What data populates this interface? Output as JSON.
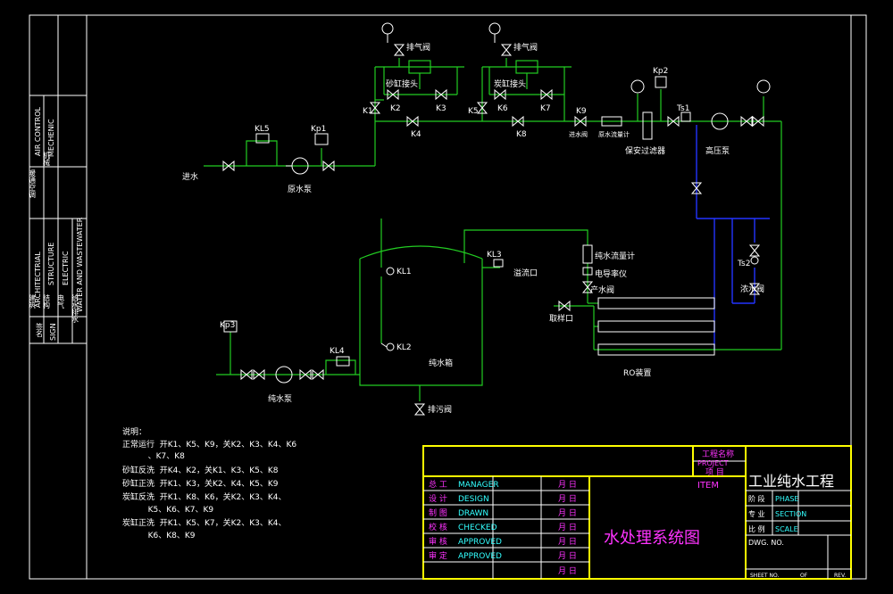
{
  "colors": {
    "bg": "#000000",
    "frame": "#ffffff",
    "pipe_green": "#22cc22",
    "pipe_blue": "#2233ff",
    "title_block": "#ffff00",
    "label_magenta": "#ff33ff",
    "label_cyan": "#33ffff",
    "text": "#ffffff"
  },
  "side_strip": {
    "air_control": "AIR CONTROL",
    "mechanic": "MECHENIC",
    "air_cn": "暖通空调",
    "mech_cn": "机械",
    "architectural": "ARCHITECTRIAL",
    "structure": "STRUCTURE",
    "electric": "ELECTRIC",
    "water": "WATER AND WASTEWATER",
    "arch_cn": "建筑",
    "struct_cn": "结构",
    "elec_cn": "电气",
    "water_cn": "给水排水",
    "sign_cn": "签名",
    "sign": "SIGN"
  },
  "diagram": {
    "inlet": "进水",
    "raw_pump": "原水泵",
    "kl5": "KL5",
    "kp1": "Kp1",
    "vent1": "排气阀",
    "vent2": "排气阀",
    "sand_head": "砂缸接头",
    "carbon_head": "炭缸接头",
    "k1": "K1",
    "k2": "K2",
    "k3": "K3",
    "k4": "K4",
    "k5": "K5",
    "k6": "K6",
    "k7": "K7",
    "k8": "K8",
    "k9": "K9",
    "inlet_valve": "进水阀",
    "raw_meter": "原水流量计",
    "security_filter": "保安过滤器",
    "kp2": "Kp2",
    "ts1": "Ts1",
    "hp_pump": "高压泵",
    "pure_meter": "纯水流量计",
    "conductivity": "电导率仪",
    "product_valve": "产水阀",
    "sample_port": "取样口",
    "ts2": "Ts2",
    "concentrate_valve": "浓水阀",
    "ro": "RO装置",
    "kl3": "KL3",
    "overflow": "溢流口",
    "kl1": "KL1",
    "kl2": "KL2",
    "tank": "纯水箱",
    "kl4": "KL4",
    "kp3": "Kp3",
    "pure_pump": "纯水泵",
    "drain": "排污阀"
  },
  "notes": {
    "title": "说明：",
    "lines": [
      "正常运行  开K1、K5、K9，关K2、K3、K4、K6",
      "          、K7、K8",
      "砂缸反洗  开K4、K2，关K1、K3、K5、K8",
      "砂缸正洗  开K1、K3，关K2、K4、K5、K9",
      "炭缸反洗  开K1、K8、K6，关K2、K3、K4、",
      "          K5、K6、K7、K9",
      "炭缸正洗  开K1、K5、K7，关K2、K3、K4、",
      "          K6、K8、K9"
    ]
  },
  "title_block": {
    "project_name_cn": "工程名称",
    "project": "PROJECT",
    "item_cn": "项  目",
    "item": "ITEM",
    "project_title": "工业纯水工程",
    "drawing_title": "水处理系统图",
    "roles": [
      {
        "cn": "总  工",
        "en": "MANAGER"
      },
      {
        "cn": "设  计",
        "en": "DESIGN"
      },
      {
        "cn": "制  图",
        "en": "DRAWN"
      },
      {
        "cn": "校  核",
        "en": "CHECKED"
      },
      {
        "cn": "审  核",
        "en": "APPROVED"
      },
      {
        "cn": "审  定",
        "en": "APPROVED"
      }
    ],
    "date_cn": "月  日",
    "phase_cn": "阶 段",
    "phase": "PHASE",
    "section_cn": "专 业",
    "section": "SECTION",
    "scale_cn": "比 例",
    "scale": "SCALE",
    "dwg_no": "DWG. NO.",
    "sheet_no": "SHEET NO.",
    "of": "OF",
    "rev": "REV."
  }
}
